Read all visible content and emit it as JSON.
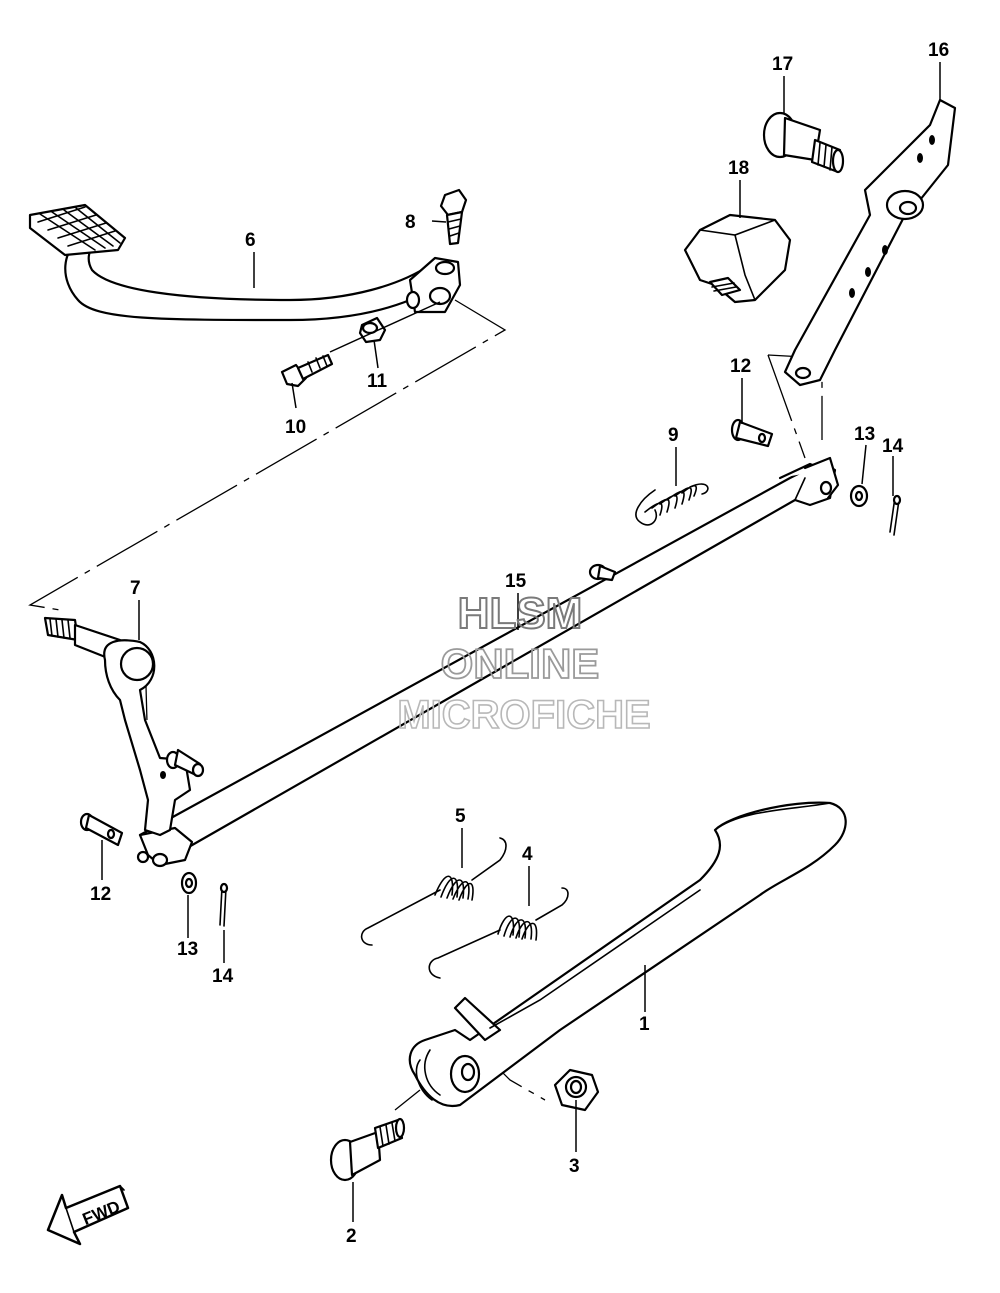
{
  "callouts": {
    "c1": "1",
    "c2": "2",
    "c3": "3",
    "c4": "4",
    "c5": "5",
    "c6": "6",
    "c7": "7",
    "c8": "8",
    "c9": "9",
    "c10": "10",
    "c11": "11",
    "c12a": "12",
    "c12b": "12",
    "c13a": "13",
    "c13b": "13",
    "c14a": "14",
    "c14b": "14",
    "c15": "15",
    "c16": "16",
    "c17": "17",
    "c18": "18"
  },
  "watermark": {
    "line1": "HLSM",
    "line2": "ONLINE",
    "line3": "MICROFICHE",
    "color_dark": "#7a7a7a",
    "color_light": "#b8b8b8"
  },
  "fwd_badge": {
    "label": "FWD"
  }
}
